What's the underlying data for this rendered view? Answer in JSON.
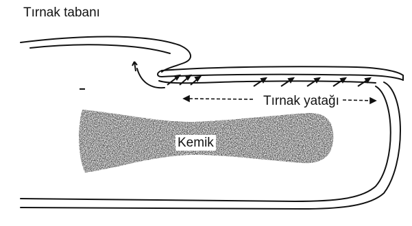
{
  "diagram": {
    "labels": {
      "nail_base": "Tırnak tabanı",
      "nail_bed": "Tırnak yatağı",
      "bone": "Kemik"
    },
    "colors": {
      "ink": "#111111",
      "bone": "#2b2b2b",
      "background": "#ffffff"
    }
  }
}
